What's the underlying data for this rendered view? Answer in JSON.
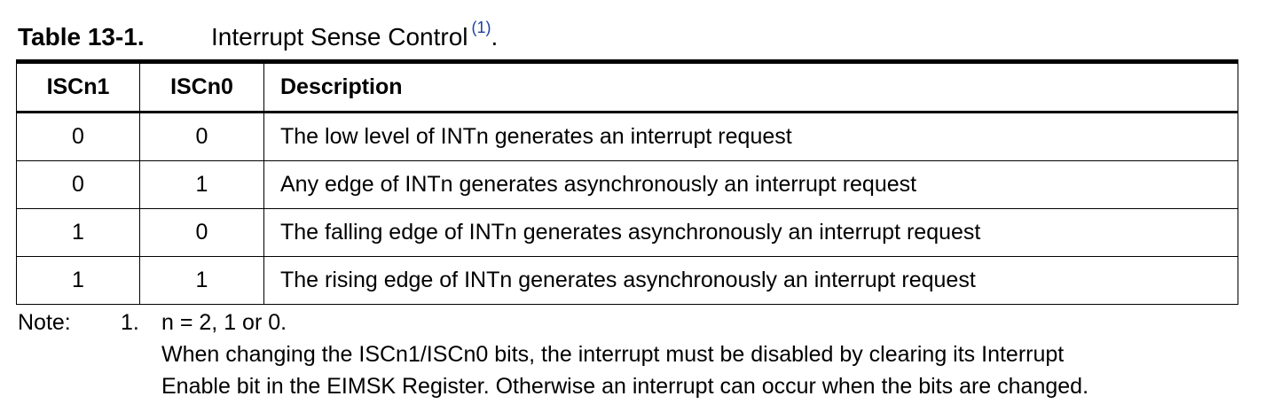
{
  "table": {
    "number": "Table 13-1.",
    "title": "Interrupt Sense Control",
    "footnote_ref": "(1)",
    "title_end": ".",
    "headers": [
      "ISCn1",
      "ISCn0",
      "Description"
    ],
    "rows": [
      [
        "0",
        "0",
        "The low level of INTn generates an interrupt request"
      ],
      [
        "0",
        "1",
        "Any edge of INTn generates asynchronously an interrupt request"
      ],
      [
        "1",
        "0",
        "The falling edge of INTn generates asynchronously an interrupt request"
      ],
      [
        "1",
        "1",
        "The rising edge of INTn generates asynchronously an interrupt request"
      ]
    ]
  },
  "note": {
    "label": "Note:",
    "number": "1.",
    "lines": [
      "n = 2, 1 or 0.",
      "When changing the ISCn1/ISCn0 bits, the interrupt must be disabled by clearing its Interrupt",
      "Enable bit in the EIMSK Register. Otherwise an interrupt can occur when the bits are changed."
    ]
  }
}
